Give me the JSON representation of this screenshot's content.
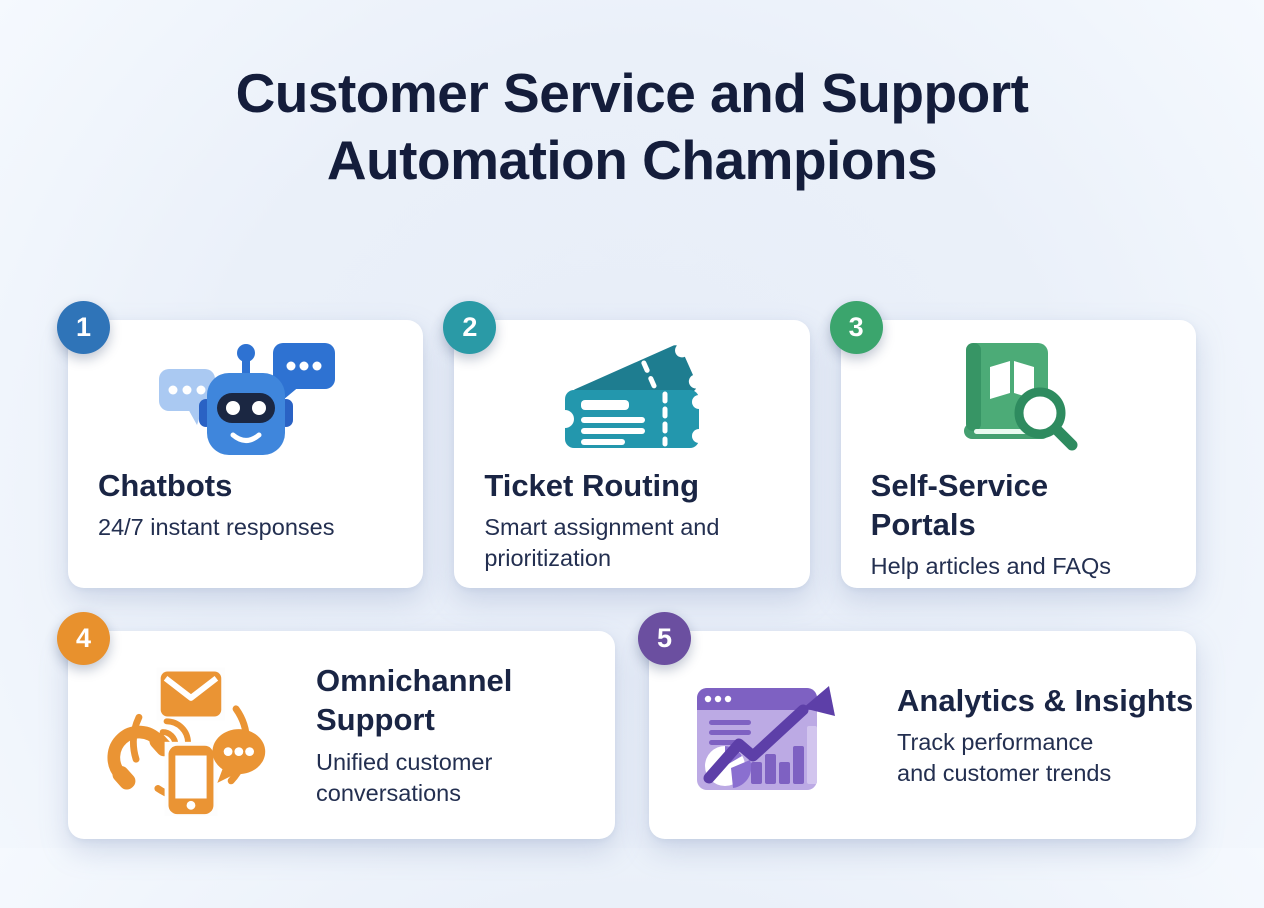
{
  "infographic": {
    "title": "Customer Service and Support Automation Champions",
    "cards": [
      {
        "number": "1",
        "title": "Chatbots",
        "description": "24/7 instant responses",
        "accent": "#2f74b8",
        "icon": "chatbot-robot-icon"
      },
      {
        "number": "2",
        "title": "Ticket Routing",
        "description": "Smart assignment and prioritization",
        "accent": "#2a9aa6",
        "icon": "tickets-icon"
      },
      {
        "number": "3",
        "title": "Self-Service Portals",
        "description": "Help articles and FAQs",
        "accent": "#3ba56d",
        "icon": "book-search-icon"
      },
      {
        "number": "4",
        "title": "Omnichannel Support",
        "description": "Unified customer conversations",
        "accent": "#e8912d",
        "icon": "omnichannel-icon"
      },
      {
        "number": "5",
        "title": "Analytics & Insights",
        "description": "Track performance and customer trends",
        "accent": "#6b4fa0",
        "icon": "analytics-dashboard-icon"
      }
    ],
    "colors": {
      "background": "#e9eff9",
      "card_background": "#ffffff",
      "title_text": "#141d3b",
      "heading_text": "#1a2544",
      "description_text": "#232f50",
      "chatbot_blue": "#3f86dc",
      "ticket_teal": "#2397ad",
      "portal_green": "#4cab77",
      "omnichannel_orange": "#ea9434",
      "analytics_purple": "#7e61c2"
    }
  }
}
